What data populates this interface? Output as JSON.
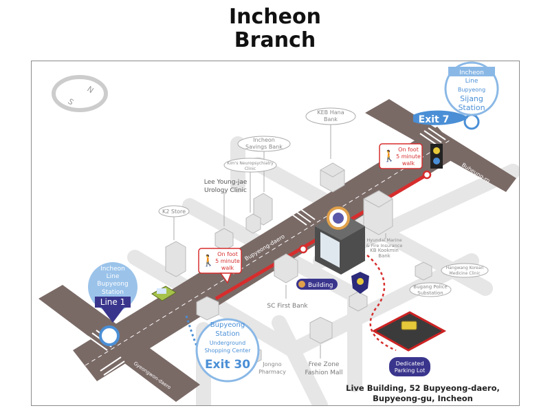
{
  "title": {
    "line1": "Incheon",
    "line2": "Branch"
  },
  "address": {
    "line1": "Live Building, 52 Bupyeong-daero,",
    "line2": "Bupyeong-gu, Incheon"
  },
  "compass": {
    "n": "N",
    "s": "S"
  },
  "roads": {
    "main": "Bupyeong-daero",
    "east": "Buheung-ro",
    "west": "Gyeongwon-daero"
  },
  "stations": {
    "west": {
      "line1": "Incheon",
      "line2": "Line",
      "line3": "Bupyeong",
      "line4": "Station",
      "line5": "Line 1"
    },
    "east": {
      "line1": "Incheon",
      "line2": "Line",
      "line3": "Bupyeong",
      "line4": "Sijang",
      "line5": "Station"
    },
    "underground": {
      "line1": "Bupyeong",
      "line2": "Station",
      "line3": "Underground",
      "line4": "Shopping Center",
      "line5": "Exit 30"
    }
  },
  "exit7": "Exit 7",
  "walk": {
    "line1": "On foot",
    "line2": "5 minute",
    "line3": "walk"
  },
  "landmarks": {
    "keb": {
      "line1": "KEB Hana",
      "line2": "Bank"
    },
    "incheon_savings": {
      "line1": "Incheon",
      "line2": "Savings Bank"
    },
    "neuro": {
      "line1": "Kim's Neuropsychiatry",
      "line2": "Clinic"
    },
    "lee": {
      "line1": "Lee Young-jae",
      "line2": "Urology Clinic"
    },
    "k2": "K2 Store",
    "hyundai": {
      "line1": "Hyundai Marine",
      "line2": "& Fire Insurance"
    },
    "kookmin": {
      "line1": "KB Kookmin",
      "line2": "Bank"
    },
    "hangwang": {
      "line1": "Hangwang Korean",
      "line2": "Medicine Clinic"
    },
    "police": {
      "line1": "Bugang Police",
      "line2": "Substation"
    },
    "sc": "SC First Bank",
    "jongno": {
      "line1": "Jongno",
      "line2": "Pharmacy"
    },
    "freezone": {
      "line1": "Free Zone",
      "line2": "Fashion Mall"
    },
    "building": "Building",
    "parking": {
      "line1": "Dedicated",
      "line2": "Parking Lot"
    }
  },
  "colors": {
    "road": "#7a6a66",
    "route": "#d72d2d",
    "station": "#4a8fd6",
    "police": "#2c2a7a",
    "parking": "#cc2222",
    "car": "#e6c93a"
  }
}
